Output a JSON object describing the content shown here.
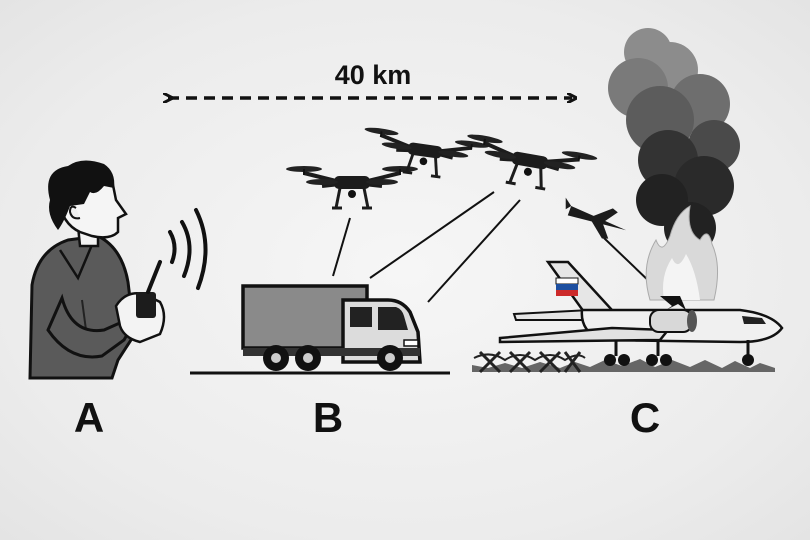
{
  "diagram": {
    "distance_label": "40 km",
    "point_labels": {
      "a": "A",
      "b": "B",
      "c": "C"
    },
    "colors": {
      "ink": "#111111",
      "background": "#eeeeee",
      "person_shirt": "#5a5a5a",
      "truck_cargo": "#8a8a8a",
      "smoke_dark": "#2a2a2a",
      "smoke_light": "#8c8c8c",
      "fire": "#d9d9d9",
      "flag_white": "#ffffff",
      "flag_blue": "#1d4fa0",
      "flag_red": "#cc2a2a"
    }
  }
}
